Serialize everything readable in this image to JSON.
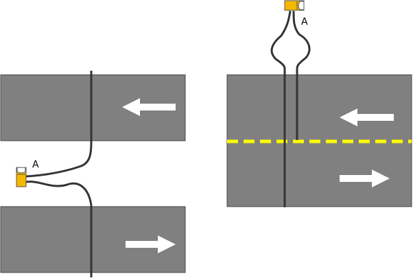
{
  "colors": {
    "road": "#808080",
    "road_edge": "#444444",
    "arrow": "#ffffff",
    "cable": "#333333",
    "center_line": "#ffff00",
    "sensor_body": "#f5b800",
    "sensor_edge": "#555555",
    "label": "#000000"
  },
  "left_scene": {
    "sensor_label": "A",
    "top_lane_direction": "left",
    "bottom_lane_direction": "right"
  },
  "right_scene": {
    "sensor_label": "A",
    "top_lane_direction": "left",
    "bottom_lane_direction": "right",
    "center_line_style": "dashed"
  },
  "icons": {
    "sensor": "road-tube-counter-icon",
    "direction": "arrow-icon"
  }
}
